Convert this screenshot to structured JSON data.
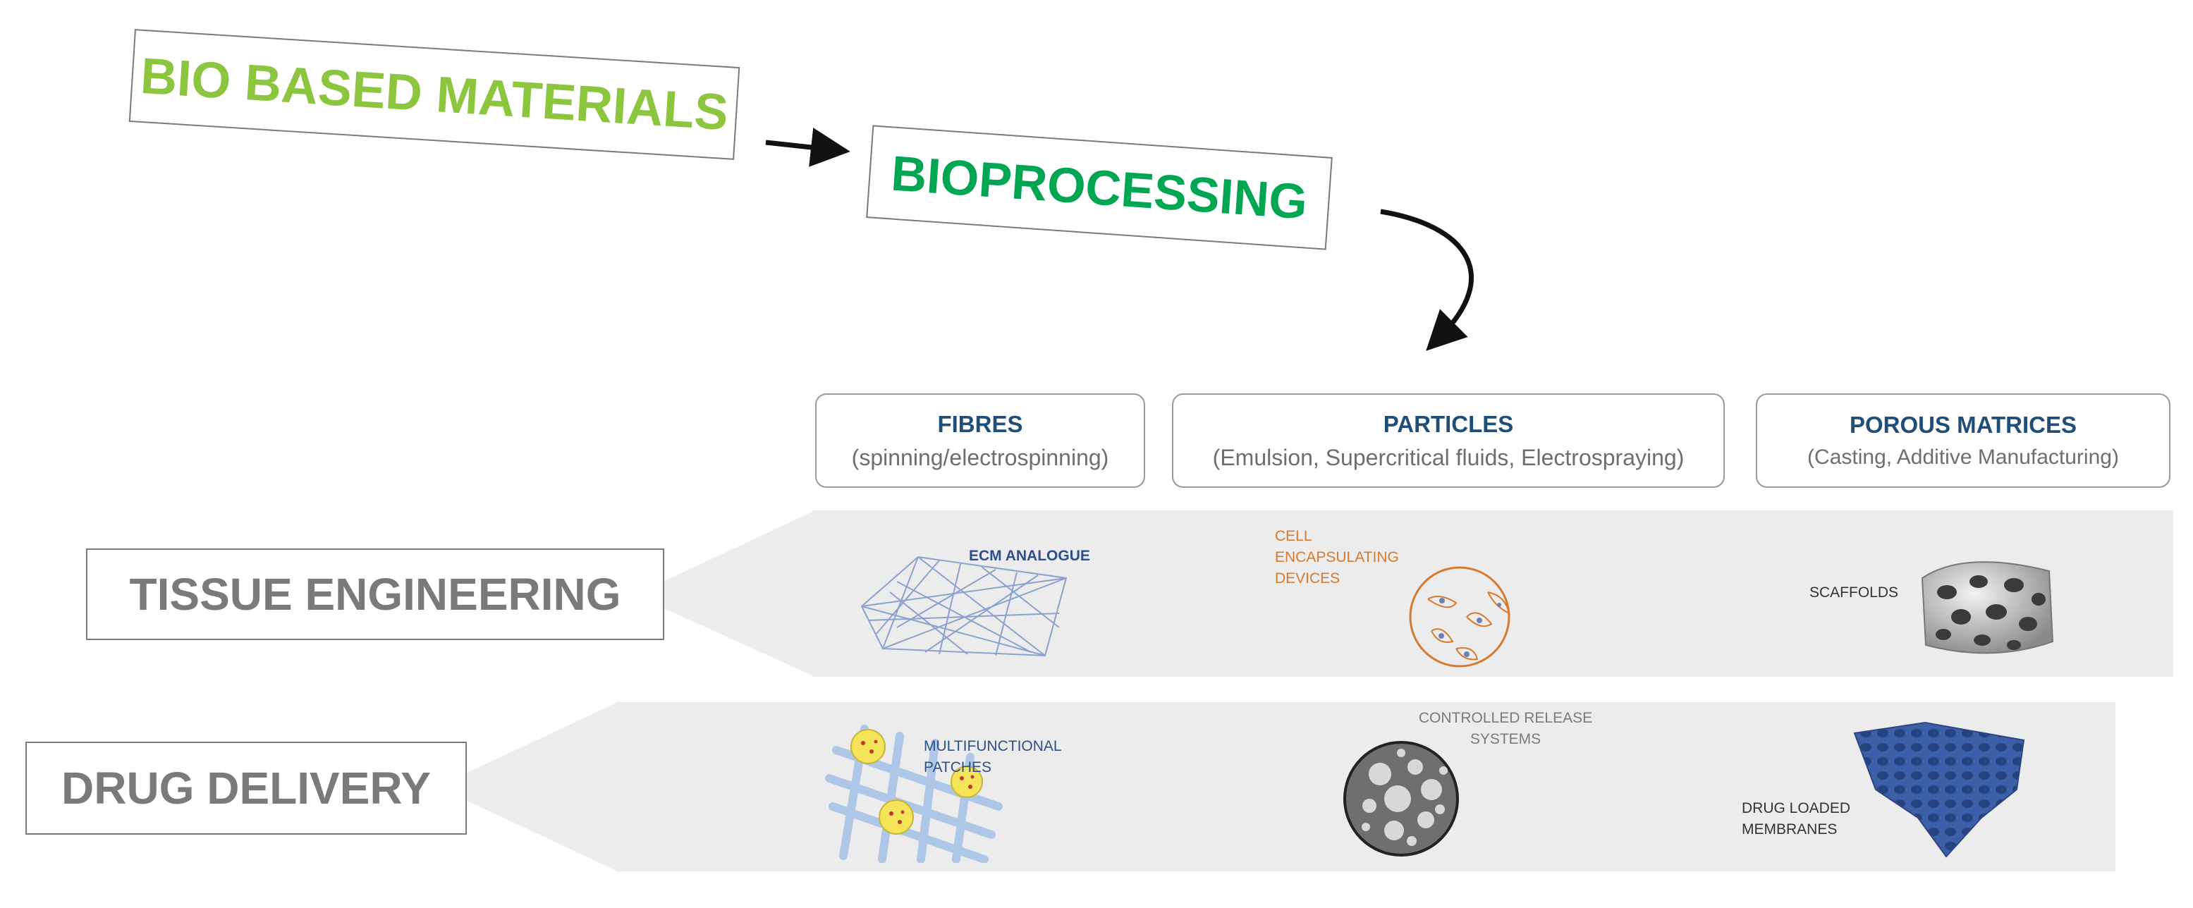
{
  "top": {
    "bio_based_materials": "BIO BASED MATERIALS",
    "bioprocessing": "BIOPROCESSING"
  },
  "methods": [
    {
      "name": "FIBRES",
      "desc": "(spinning/electrospinning)"
    },
    {
      "name": "PARTICLES",
      "desc": "(Emulsion, Supercritical fluids, Electrospraying)"
    },
    {
      "name": "POROUS MATRICES",
      "desc": "(Casting, Additive Manufacturing)"
    }
  ],
  "applications": {
    "tissue_engineering": {
      "title": "TISSUE ENGINEERING",
      "items": [
        "ECM ANALOGUE",
        "CELL ENCAPSULATING DEVICES",
        "SCAFFOLDS"
      ]
    },
    "drug_delivery": {
      "title": "DRUG DELIVERY",
      "items": [
        "MULTIFUNCTIONAL PATCHES",
        "CONTROLLED RELEASE SYSTEMS",
        "DRUG LOADED MEMBRANES"
      ]
    }
  },
  "colors": {
    "light_green": "#8cc63f",
    "green": "#00a651",
    "navy": "#1f4e79",
    "orange": "#d67a2e",
    "grey_text": "#7a7a7a"
  }
}
